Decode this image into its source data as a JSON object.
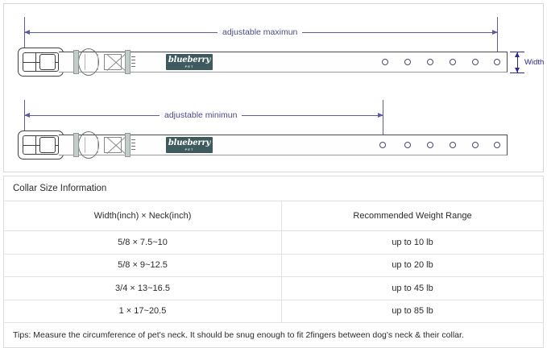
{
  "diagram": {
    "rows": [
      {
        "id": "adjustable-maximum",
        "dimension_label": "adjustable maximun",
        "holes": 6,
        "arrow_end_hole_index": 5,
        "logo": {
          "name": "blueberry",
          "sub": "PET"
        }
      },
      {
        "id": "adjustable-minimum",
        "dimension_label": "adjustable minimun",
        "holes": 6,
        "arrow_end_hole_index": 0,
        "logo": {
          "name": "blueberry",
          "sub": "PET"
        }
      }
    ],
    "width_callout": "Width",
    "colors": {
      "dimension_line": "#5c5c9c",
      "width_arrow": "#2a2a8c",
      "keeper": "#c3ccca",
      "logo_tag": "#3f5a5e",
      "strap_outline": "#4a4a4a"
    }
  },
  "table": {
    "title": "Collar Size Information",
    "columns": [
      "Width(inch)  ×  Neck(inch)",
      "Recommended Weight Range"
    ],
    "rows": [
      {
        "size": "5/8 × 7.5~10",
        "weight": "up to 10 lb"
      },
      {
        "size": "5/8 × 9~12.5",
        "weight": "up to 20 lb"
      },
      {
        "size": "3/4 × 13~16.5",
        "weight": "up to 45 lb"
      },
      {
        "size": "1 × 17~20.5",
        "weight": "up to 85 lb"
      }
    ],
    "tips": "Tips: Measure the circumference of pet's neck. It should be snug enough to fit 2fingers between dog's neck & their collar."
  }
}
